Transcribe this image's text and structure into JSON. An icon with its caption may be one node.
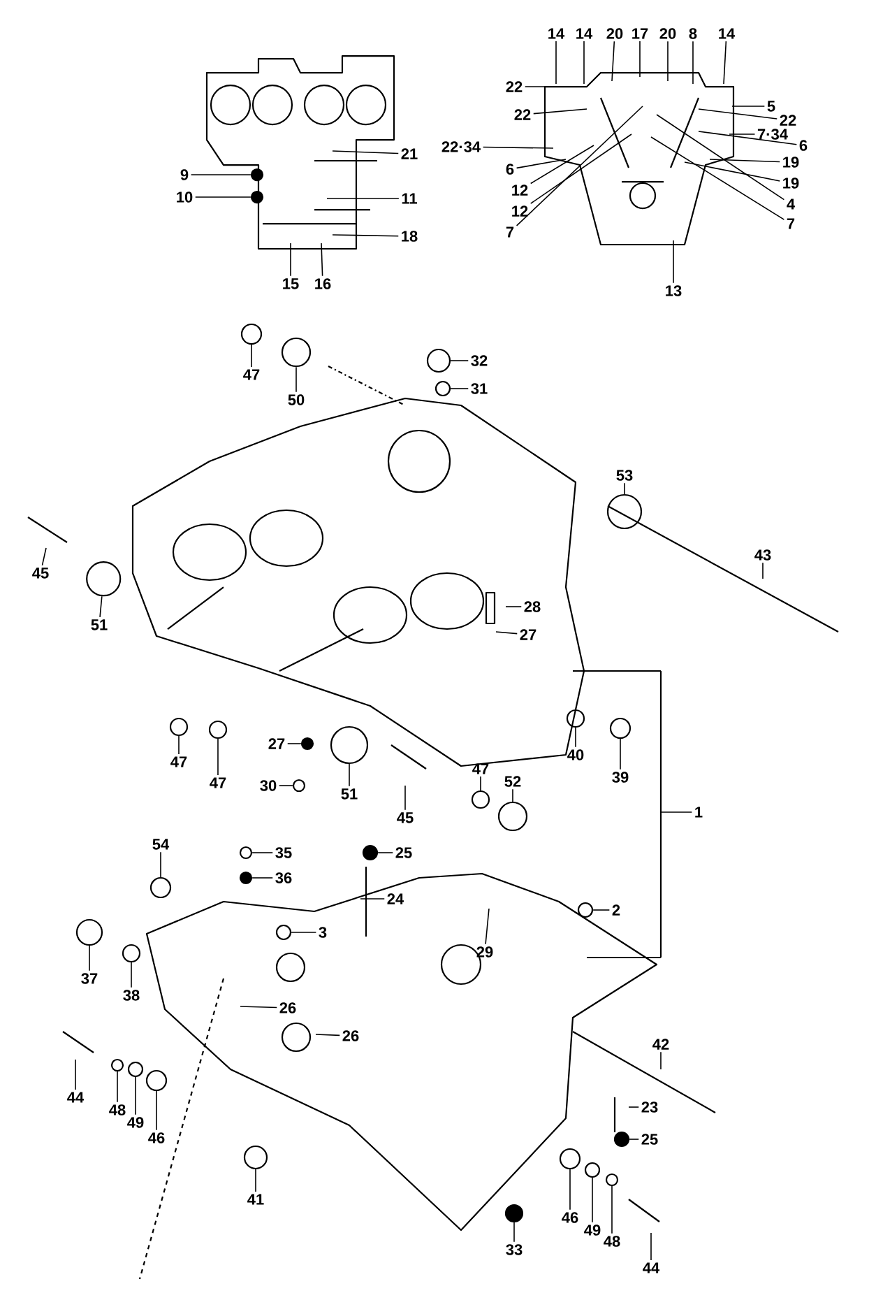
{
  "diagram": {
    "nodes": [
      {
        "text": [
          "21"
        ]
      },
      {
        "text": [
          "9"
        ]
      },
      {
        "text": [
          "10"
        ]
      },
      {
        "text": [
          "11"
        ]
      },
      {
        "text": [
          "18"
        ]
      },
      {
        "text": [
          "15"
        ]
      },
      {
        "text": [
          "16"
        ]
      },
      {
        "text": [
          "14"
        ]
      },
      {
        "text": [
          "14"
        ]
      },
      {
        "text": [
          "20"
        ]
      },
      {
        "text": [
          "17"
        ]
      },
      {
        "text": [
          "20"
        ]
      },
      {
        "text": [
          "8"
        ]
      },
      {
        "text": [
          "14"
        ]
      },
      {
        "text": [
          "22"
        ]
      },
      {
        "text": [
          "5"
        ]
      },
      {
        "text": [
          "22"
        ]
      },
      {
        "text": [
          "22"
        ]
      },
      {
        "text": [
          "22·34"
        ]
      },
      {
        "text": [
          "7·34"
        ]
      },
      {
        "text": [
          "6"
        ]
      },
      {
        "text": [
          "6"
        ]
      },
      {
        "text": [
          "12"
        ]
      },
      {
        "text": [
          "19"
        ]
      },
      {
        "text": [
          "12"
        ]
      },
      {
        "text": [
          "19"
        ]
      },
      {
        "text": [
          "7"
        ]
      },
      {
        "text": [
          "4"
        ]
      },
      {
        "text": [
          "7"
        ]
      },
      {
        "text": [
          "13"
        ]
      },
      {
        "text": [
          "47"
        ]
      },
      {
        "text": [
          "50"
        ]
      },
      {
        "text": [
          "32"
        ]
      },
      {
        "text": [
          "31"
        ]
      },
      {
        "text": [
          "53"
        ]
      },
      {
        "text": [
          "43"
        ]
      },
      {
        "text": [
          "45"
        ]
      },
      {
        "text": [
          "51"
        ]
      },
      {
        "text": [
          "28"
        ]
      },
      {
        "text": [
          "27"
        ]
      },
      {
        "text": [
          "47"
        ]
      },
      {
        "text": [
          "47"
        ]
      },
      {
        "text": [
          "27"
        ]
      },
      {
        "text": [
          "30"
        ]
      },
      {
        "text": [
          "51"
        ]
      },
      {
        "text": [
          "45"
        ]
      },
      {
        "text": [
          "47"
        ]
      },
      {
        "text": [
          "52"
        ]
      },
      {
        "text": [
          "40"
        ]
      },
      {
        "text": [
          "39"
        ]
      },
      {
        "text": [
          "1"
        ]
      },
      {
        "text": [
          "54"
        ]
      },
      {
        "text": [
          "35"
        ]
      },
      {
        "text": [
          "36"
        ]
      },
      {
        "text": [
          "25"
        ]
      },
      {
        "text": [
          "24"
        ]
      },
      {
        "text": [
          "3"
        ]
      },
      {
        "text": [
          "2"
        ]
      },
      {
        "text": [
          "37"
        ]
      },
      {
        "text": [
          "38"
        ]
      },
      {
        "text": [
          "29"
        ]
      },
      {
        "text": [
          "26"
        ]
      },
      {
        "text": [
          "26"
        ]
      },
      {
        "text": [
          "42"
        ]
      },
      {
        "text": [
          "23"
        ]
      },
      {
        "text": [
          "25"
        ]
      },
      {
        "text": [
          "44"
        ]
      },
      {
        "text": [
          "48"
        ]
      },
      {
        "text": [
          "49"
        ]
      },
      {
        "text": [
          "46"
        ]
      },
      {
        "text": [
          "41"
        ]
      },
      {
        "text": [
          "33"
        ]
      },
      {
        "text": [
          "46"
        ]
      },
      {
        "text": [
          "49"
        ]
      },
      {
        "text": [
          "48"
        ]
      },
      {
        "text": [
          "44"
        ]
      },
      {
        "text": [],
        "shape": "circle"
      },
      {
        "text": [],
        "shape": "circle"
      },
      {
        "text": [],
        "shape": "circle"
      },
      {
        "text": [],
        "shape": "circle"
      },
      {
        "text": [],
        "shape": "circle"
      },
      {
        "text": [],
        "shape": "circle"
      },
      {
        "text": [],
        "shape": "circle"
      },
      {
        "text": [],
        "shape": "circle"
      },
      {
        "text": [],
        "shape": "circle"
      },
      {
        "text": [],
        "shape": "circle"
      },
      {
        "text": [],
        "shape": "circle"
      },
      {
        "text": [],
        "shape": "circle"
      },
      {
        "text": [],
        "shape": "circle"
      },
      {
        "text": [],
        "shape": "circle"
      },
      {
        "text": [],
        "shape": "circle"
      },
      {
        "text": [],
        "shape": "circle"
      },
      {
        "text": [],
        "shape": "circle"
      },
      {
        "text": [],
        "shape": "circle"
      },
      {
        "text": [],
        "shape": "circle"
      },
      {
        "text": [],
        "shape": "circle"
      },
      {
        "text": [],
        "shape": "circle"
      },
      {
        "text": [],
        "shape": "circle"
      },
      {
        "text": [],
        "shape": "circle"
      },
      {
        "text": [],
        "shape": "circle"
      },
      {
        "text": [],
        "shape": "circle"
      },
      {
        "text": [],
        "shape": "circle"
      },
      {
        "text": [],
        "shape": "circle"
      },
      {
        "text": [],
        "shape": "circle"
      },
      {
        "text": [],
        "shape": "circle"
      },
      {
        "text": [],
        "shape": "circle"
      },
      {
        "text": [],
        "shape": "circle"
      },
      {
        "text": [],
        "shape": "circle"
      },
      {
        "text": [],
        "shape": "circle"
      },
      {
        "text": [],
        "shape": "circle"
      }
    ],
    "edges": [
      {
        "from": 0,
        "to": null,
        "arrow": "none"
      },
      {
        "from": 1,
        "to": 76,
        "arrow": "none"
      },
      {
        "from": 2,
        "to": 77,
        "arrow": "none"
      },
      {
        "from": 3,
        "to": null,
        "arrow": "none"
      },
      {
        "from": 4,
        "to": null,
        "arrow": "none"
      },
      {
        "from": 5,
        "to": null,
        "arrow": "none"
      },
      {
        "from": 6,
        "to": null,
        "arrow": "none"
      },
      {
        "from": 7,
        "to": null,
        "arrow": "none"
      },
      {
        "from": 8,
        "to": null,
        "arrow": "none"
      },
      {
        "from": 9,
        "to": null,
        "arrow": "none"
      },
      {
        "from": 10,
        "to": null,
        "arrow": "none"
      },
      {
        "from": 11,
        "to": null,
        "arrow": "none"
      },
      {
        "from": 12,
        "to": null,
        "arrow": "none"
      },
      {
        "from": 13,
        "to": null,
        "arrow": "none"
      },
      {
        "from": 14,
        "to": null,
        "arrow": "none"
      },
      {
        "from": 15,
        "to": null,
        "arrow": "none"
      },
      {
        "from": 16,
        "to": null,
        "arrow": "none"
      },
      {
        "from": 17,
        "to": null,
        "arrow": "none"
      },
      {
        "from": 18,
        "to": null,
        "arrow": "none"
      },
      {
        "from": 19,
        "to": null,
        "arrow": "none"
      },
      {
        "from": 20,
        "to": null,
        "arrow": "none"
      },
      {
        "from": 21,
        "to": null,
        "arrow": "none"
      },
      {
        "from": 22,
        "to": null,
        "arrow": "none"
      },
      {
        "from": 23,
        "to": null,
        "arrow": "none"
      },
      {
        "from": 24,
        "to": null,
        "arrow": "none"
      },
      {
        "from": 25,
        "to": null,
        "arrow": "none"
      },
      {
        "from": 26,
        "to": null,
        "arrow": "none"
      },
      {
        "from": 27,
        "to": null,
        "arrow": "none"
      },
      {
        "from": 28,
        "to": null,
        "arrow": "none"
      },
      {
        "from": 29,
        "to": null,
        "arrow": "none"
      },
      {
        "from": 30,
        "to": 78,
        "arrow": "none"
      },
      {
        "from": 31,
        "to": 79,
        "arrow": "none"
      },
      {
        "from": 32,
        "to": 80,
        "arrow": "none"
      },
      {
        "from": 33,
        "to": 81,
        "arrow": "none"
      },
      {
        "from": 34,
        "to": 82,
        "arrow": "none"
      },
      {
        "from": 35,
        "to": null,
        "arrow": "none"
      },
      {
        "from": 36,
        "to": null,
        "arrow": "none"
      },
      {
        "from": 37,
        "to": 83,
        "arrow": "none"
      },
      {
        "from": 38,
        "to": null,
        "arrow": "none"
      },
      {
        "from": 39,
        "to": null,
        "arrow": "none"
      },
      {
        "from": 40,
        "to": 84,
        "arrow": "none"
      },
      {
        "from": 41,
        "to": 85,
        "arrow": "none"
      },
      {
        "from": 42,
        "to": 86,
        "arrow": "none"
      },
      {
        "from": 43,
        "to": 87,
        "arrow": "none"
      },
      {
        "from": 44,
        "to": 88,
        "arrow": "none"
      },
      {
        "from": 45,
        "to": null,
        "arrow": "none"
      },
      {
        "from": 46,
        "to": 89,
        "arrow": "none"
      },
      {
        "from": 47,
        "to": 90,
        "arrow": "none"
      },
      {
        "from": 48,
        "to": 91,
        "arrow": "none"
      },
      {
        "from": 49,
        "to": 92,
        "arrow": "none"
      },
      {
        "from": 50,
        "to": null,
        "arrow": "none"
      },
      {
        "from": 51,
        "to": 93,
        "arrow": "none"
      },
      {
        "from": 52,
        "to": 94,
        "arrow": "none"
      },
      {
        "from": 53,
        "to": 95,
        "arrow": "none"
      },
      {
        "from": 54,
        "to": 96,
        "arrow": "none"
      },
      {
        "from": 55,
        "to": null,
        "arrow": "none"
      },
      {
        "from": 56,
        "to": 97,
        "arrow": "none"
      },
      {
        "from": 57,
        "to": 98,
        "arrow": "none"
      },
      {
        "from": 58,
        "to": 99,
        "arrow": "none"
      },
      {
        "from": 59,
        "to": 100,
        "arrow": "none"
      },
      {
        "from": 60,
        "to": null,
        "arrow": "none"
      },
      {
        "from": 61,
        "to": null,
        "arrow": "none"
      },
      {
        "from": 62,
        "to": null,
        "arrow": "none"
      },
      {
        "from": 63,
        "to": null,
        "arrow": "none"
      },
      {
        "from": 64,
        "to": null,
        "arrow": "none"
      },
      {
        "from": 65,
        "to": 101,
        "arrow": "none"
      },
      {
        "from": 66,
        "to": null,
        "arrow": "none"
      },
      {
        "from": 67,
        "to": 102,
        "arrow": "none"
      },
      {
        "from": 68,
        "to": 103,
        "arrow": "none"
      },
      {
        "from": 69,
        "to": 104,
        "arrow": "none"
      },
      {
        "from": 70,
        "to": 105,
        "arrow": "none"
      },
      {
        "from": 71,
        "to": 106,
        "arrow": "none"
      },
      {
        "from": 72,
        "to": 107,
        "arrow": "none"
      },
      {
        "from": 73,
        "to": 108,
        "arrow": "none"
      },
      {
        "from": 74,
        "to": 109,
        "arrow": "none"
      },
      {
        "from": 75,
        "to": null,
        "arrow": "none"
      }
    ]
  }
}
